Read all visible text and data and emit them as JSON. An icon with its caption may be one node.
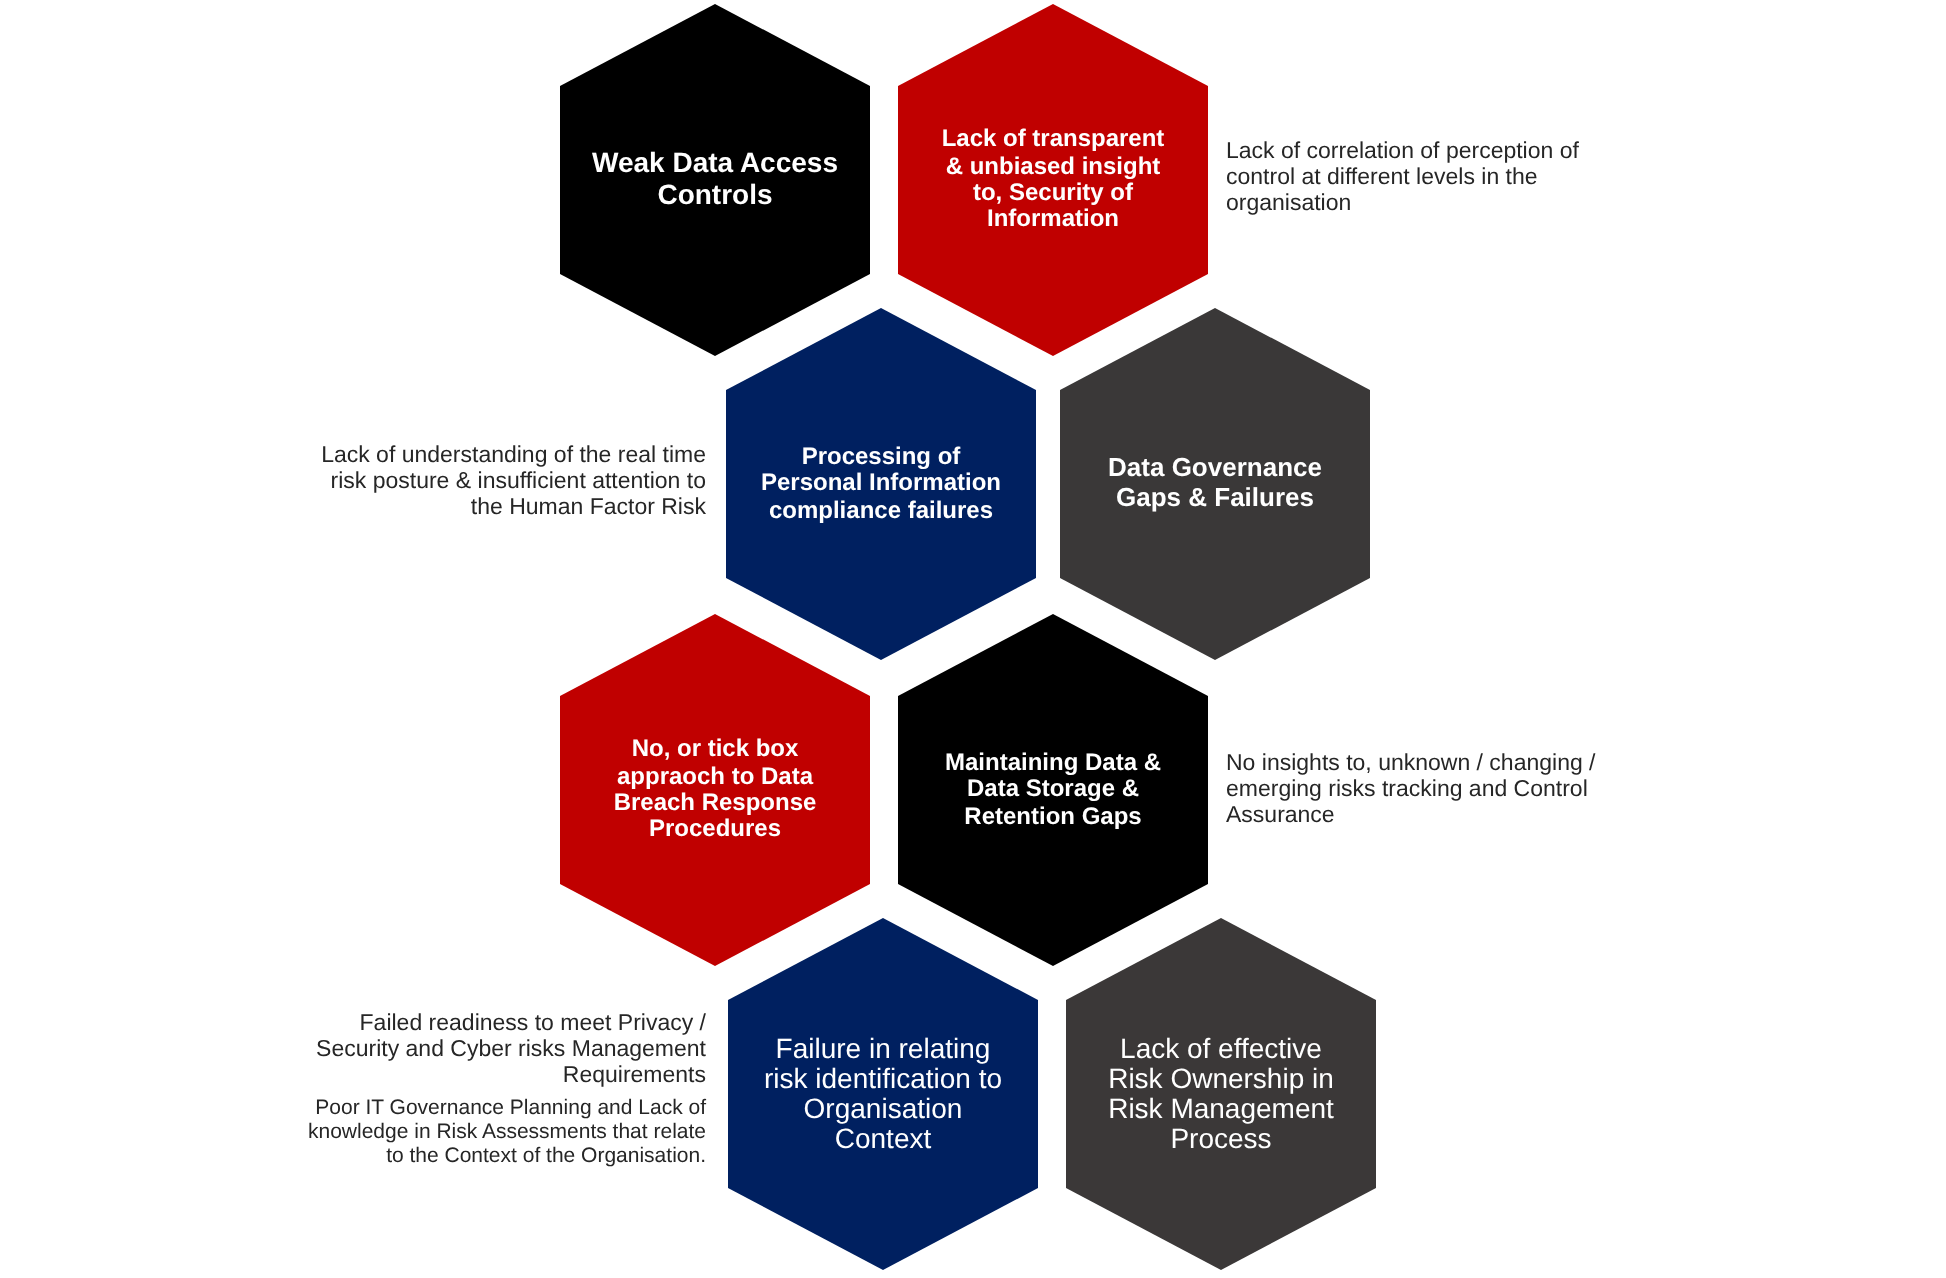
{
  "diagram": {
    "nodes": [
      {
        "text": [
          "Weak Data Access Controls"
        ]
      },
      {
        "text": [
          "Lack of transparent & unbiased insight to, Security of Information"
        ],
        "beside": [
          "Lack of correlation of perception of control at different levels in the organisation"
        ]
      },
      {
        "text": [
          "Processing of Personal Information compliance failures"
        ],
        "beside": [
          "Lack of understanding of the real time risk posture & insufficient attention to the Human Factor Risk"
        ]
      },
      {
        "text": [
          "Data Governance Gaps & Failures"
        ]
      },
      {
        "text": [
          "No, or tick box appraoch to Data Breach Response Procedures"
        ]
      },
      {
        "text": [
          "Maintaining Data & Data Storage & Retention Gaps"
        ],
        "beside": [
          "No insights to, unknown / changing / emerging risks tracking and Control Assurance"
        ]
      },
      {
        "text": [
          "Failure in relating risk identification to Organisation Context"
        ],
        "beside": [
          "Failed readiness to meet Privacy / Security and Cyber risks Management Requirements",
          "Poor IT Governance Planning and Lack of knowledge in Risk Assessments that relate to the Context of the Organisation."
        ]
      },
      {
        "text": [
          "Lack of effective Risk Ownership in Risk Management Process"
        ]
      }
    ]
  }
}
